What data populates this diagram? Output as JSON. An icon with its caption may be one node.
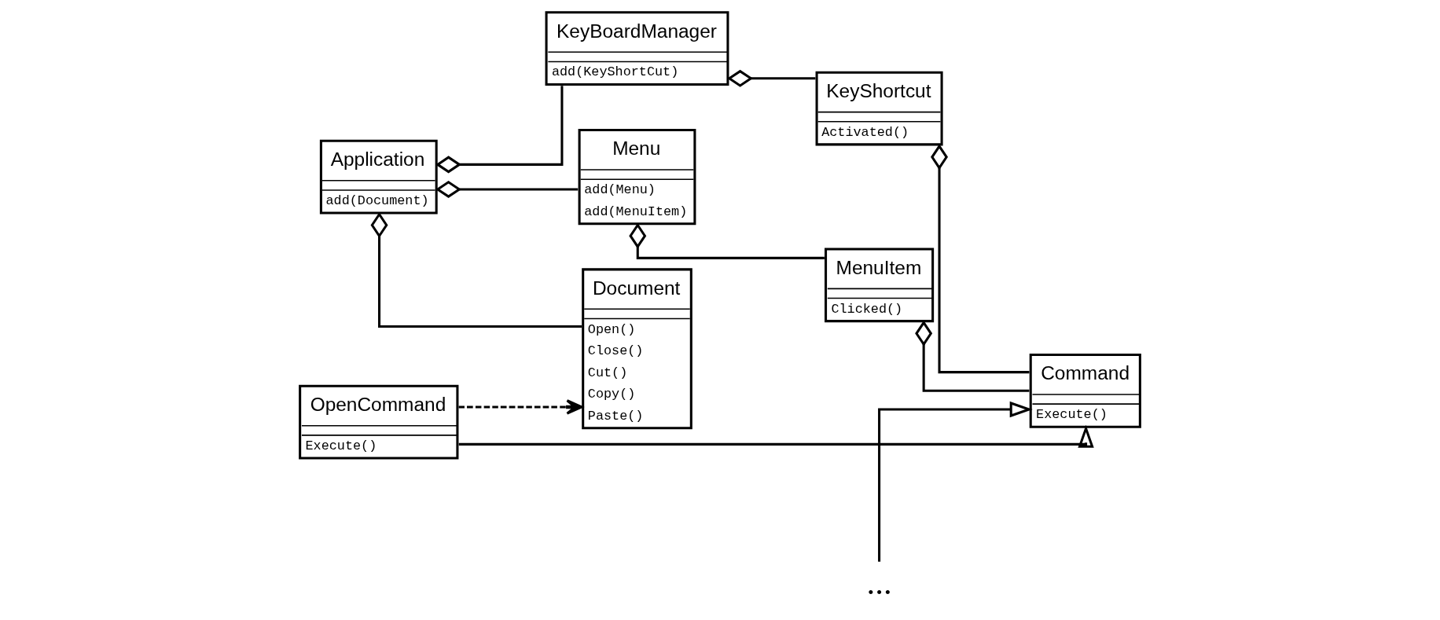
{
  "diagram": {
    "nodes": [
      {
        "text": [
          "KeyBoardManager",
          "add(KeyShortCut)"
        ]
      },
      {
        "text": [
          "KeyShortcut",
          "Activated()"
        ]
      },
      {
        "text": [
          "Menu",
          "add(Menu)",
          "add(MenuItem)"
        ]
      },
      {
        "text": [
          "Application",
          "add(Document)"
        ]
      },
      {
        "text": [
          "MenuItem",
          "Clicked()"
        ]
      },
      {
        "text": [
          "Command",
          "Execute()"
        ]
      },
      {
        "text": [
          "Document",
          "Open()",
          "Close()",
          "Cut()",
          "Copy()",
          "Paste()"
        ]
      },
      {
        "text": [
          "OpenCommand",
          "Execute()"
        ]
      },
      {
        "text": [
          "..."
        ]
      }
    ],
    "edges": [
      {
        "from": 3,
        "to": 0,
        "arrow": "other"
      },
      {
        "from": 3,
        "to": 2,
        "arrow": "other"
      },
      {
        "from": 3,
        "to": 6,
        "arrow": "other"
      },
      {
        "from": 0,
        "to": 1,
        "arrow": "other"
      },
      {
        "from": 1,
        "to": 5,
        "arrow": "other"
      },
      {
        "from": 2,
        "to": 4,
        "arrow": "other"
      },
      {
        "from": 4,
        "to": 5,
        "arrow": "other"
      },
      {
        "from": 7,
        "to": 5,
        "arrow": "to"
      },
      {
        "from": 8,
        "to": 5,
        "arrow": "to"
      },
      {
        "from": 7,
        "to": 6,
        "arrow": "to",
        "style": "dashed"
      }
    ]
  }
}
